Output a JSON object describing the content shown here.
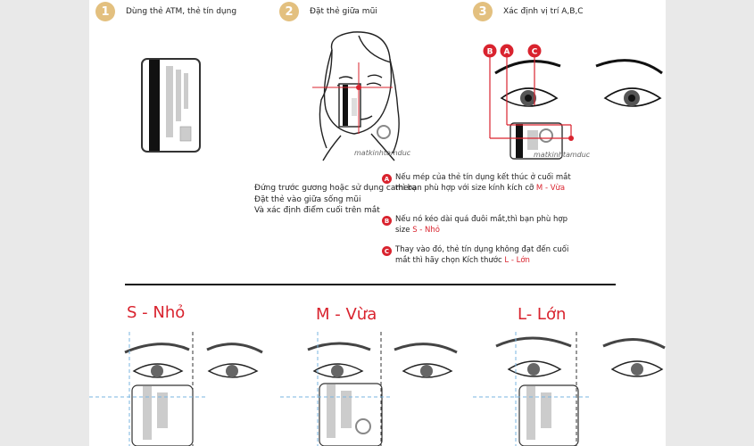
{
  "steps": [
    {
      "num": "1",
      "label": "Dùng thẻ ATM, thẻ tín dụng"
    },
    {
      "num": "2",
      "label": "Đặt thẻ giữa mũi"
    },
    {
      "num": "3",
      "label": "Xác định vị trí A,B,C"
    }
  ],
  "instructions": {
    "line1": "Đứng trước gương hoặc sử dụng camera",
    "line2": "Đặt thẻ vào giữa sống mũi",
    "line3": "Và xác định điểm cuối trên mắt"
  },
  "markers": {
    "a": "A",
    "b": "B",
    "c": "C"
  },
  "notes": {
    "a": {
      "badge": "A",
      "text": "Nếu mép của thẻ tín dụng kết thúc ở cuối mắt thì bạn phù hợp với size kính kích cỡ ",
      "size": "M - Vừa"
    },
    "b": {
      "badge": "B",
      "text": "Nếu nó kéo dài quá đuôi mắt,thì bạn phù hợp size ",
      "size": "S - Nhỏ"
    },
    "c": {
      "badge": "C",
      "text": "Thay vào đó, thẻ tín dụng không đạt đến cuối mắt thì hãy chọn Kích thước ",
      "size": "L - Lớn"
    }
  },
  "watermark": "matkinhtamduc",
  "sizes": {
    "s": "S - Nhỏ",
    "m": "M - Vừa",
    "l": "L- Lớn"
  },
  "colors": {
    "accent": "#d9232e",
    "step_badge": "#e3c07f"
  }
}
